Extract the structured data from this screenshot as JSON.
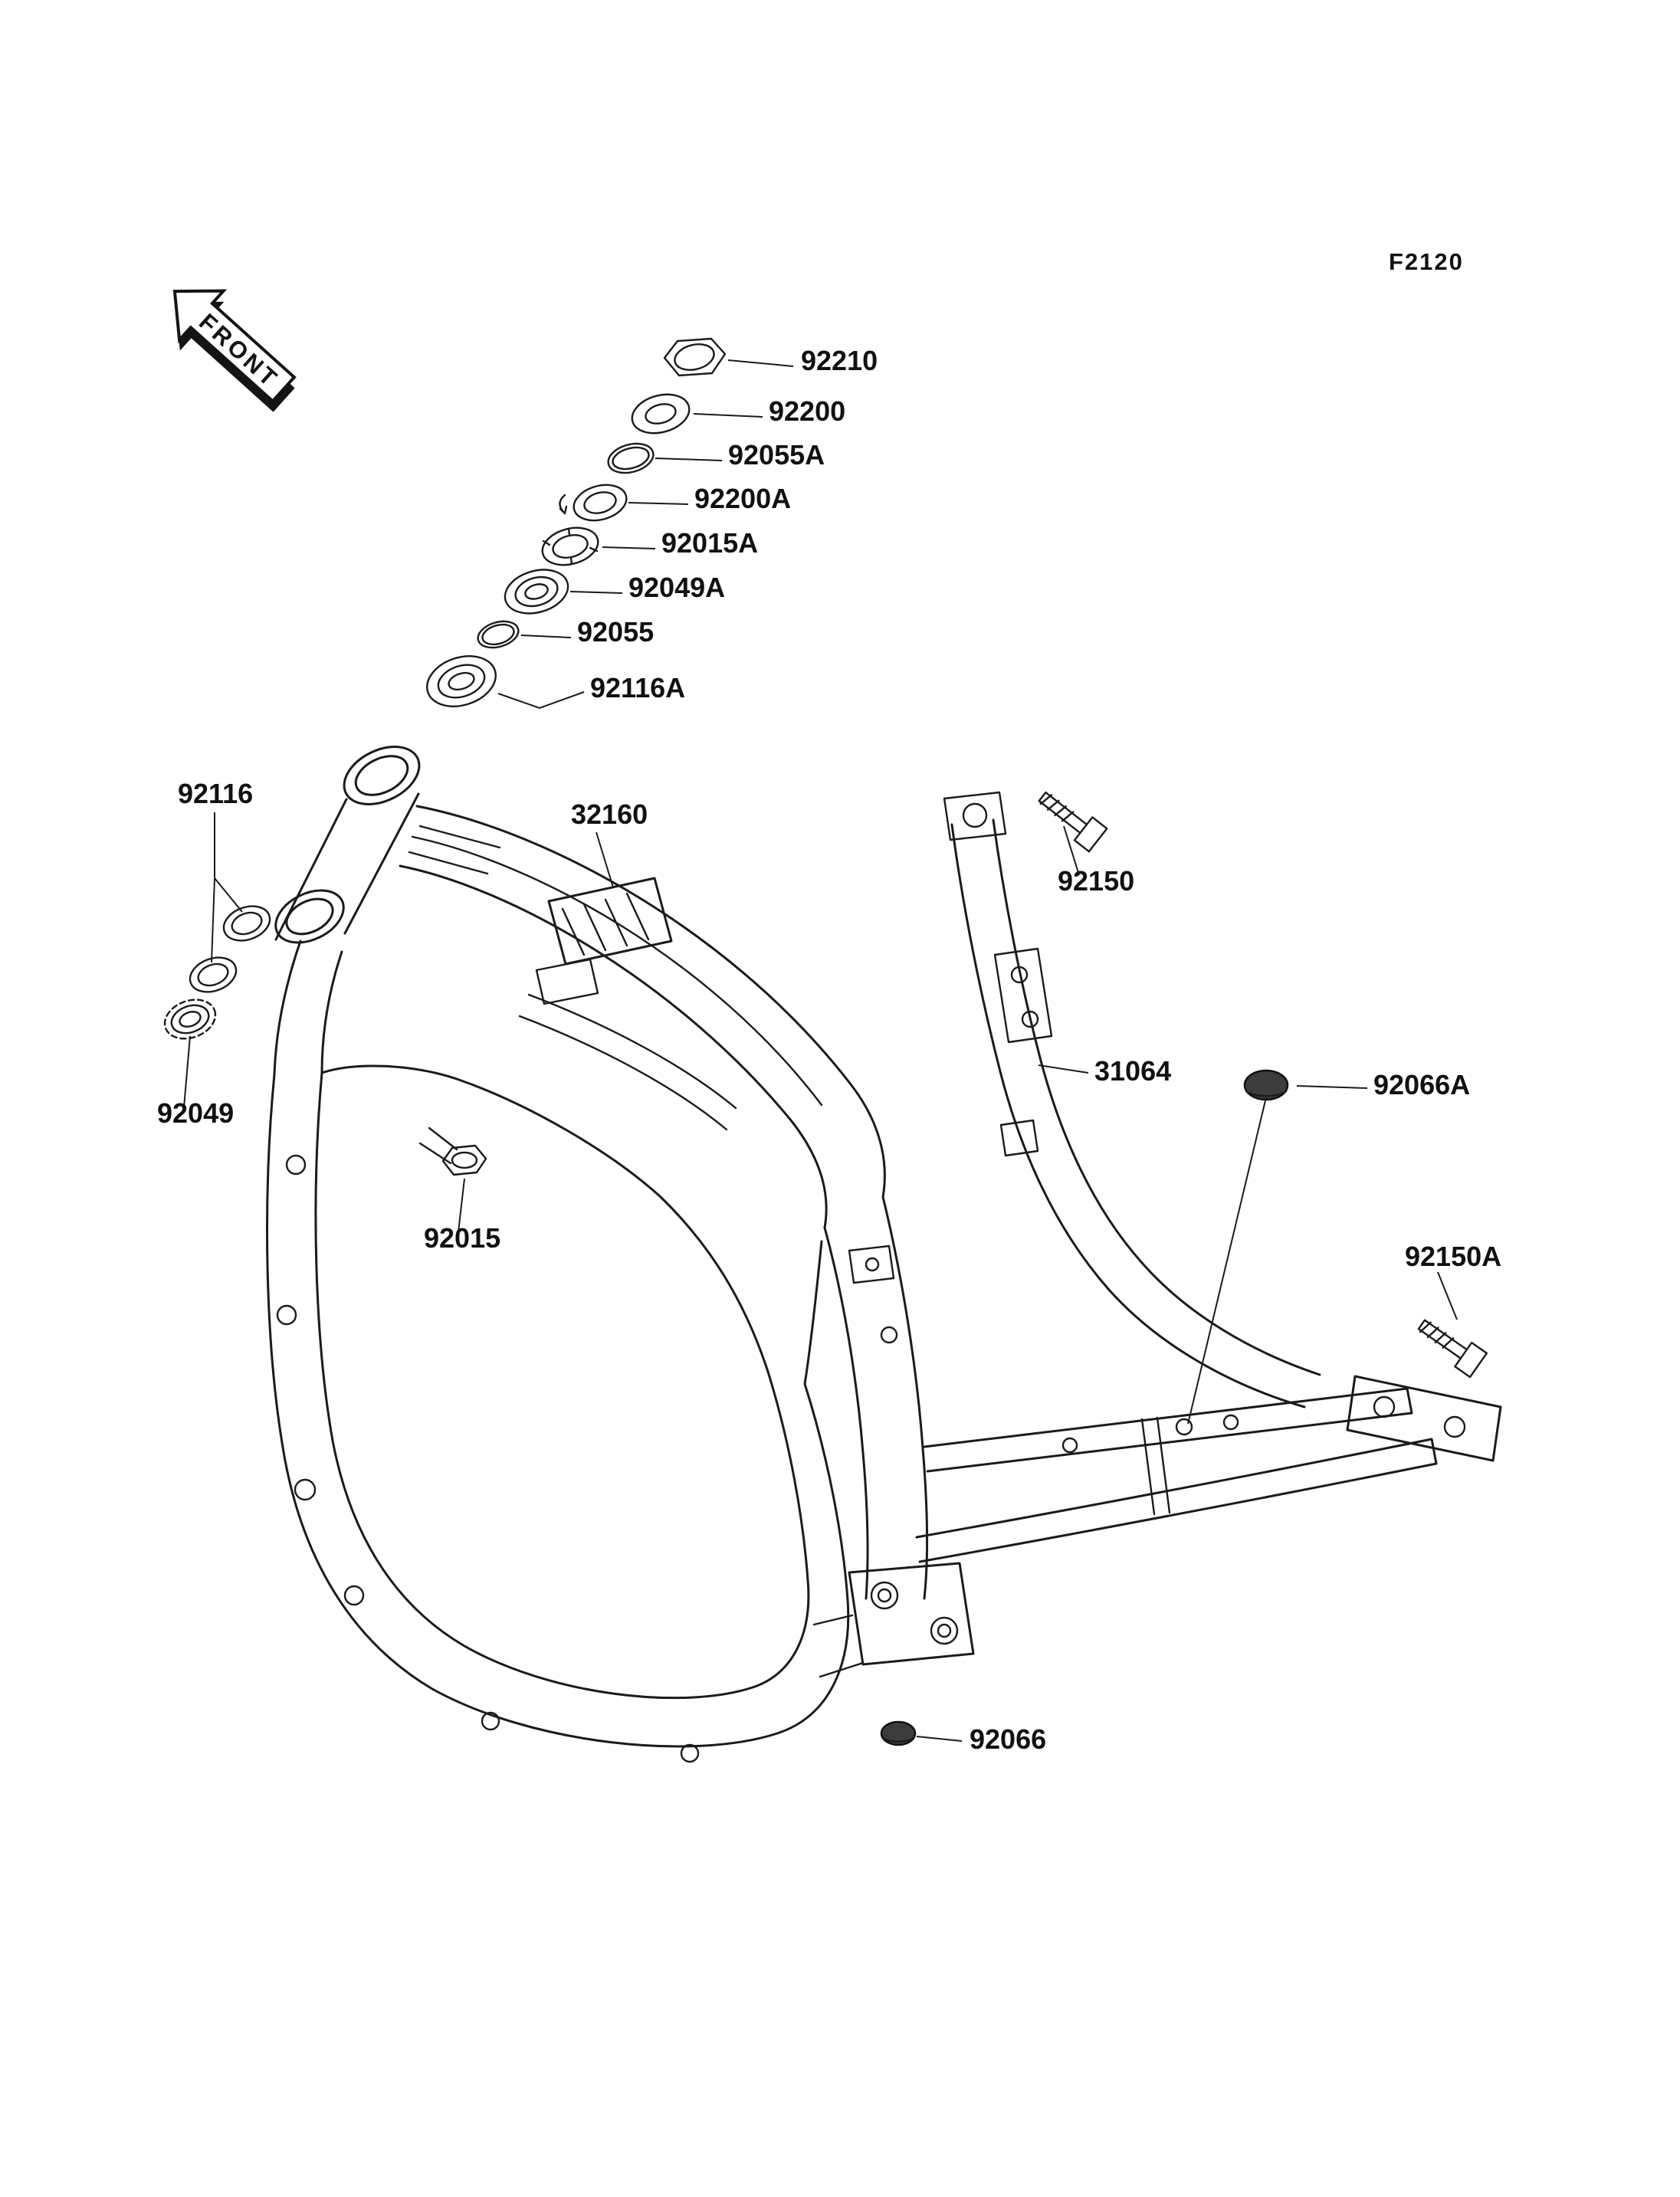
{
  "diagram": {
    "code": "F2120",
    "front_marker": "FRONT"
  },
  "parts": {
    "p92210": "92210",
    "p92200": "92200",
    "p92055a": "92055A",
    "p92200a": "92200A",
    "p92015a": "92015A",
    "p92049a": "92049A",
    "p92055": "92055",
    "p92116a": "92116A",
    "p92116": "92116",
    "p32160": "32160",
    "p92150": "92150",
    "p31064": "31064",
    "p92066a": "92066A",
    "p92049": "92049",
    "p92015": "92015",
    "p92150a": "92150A",
    "p92066": "92066"
  }
}
